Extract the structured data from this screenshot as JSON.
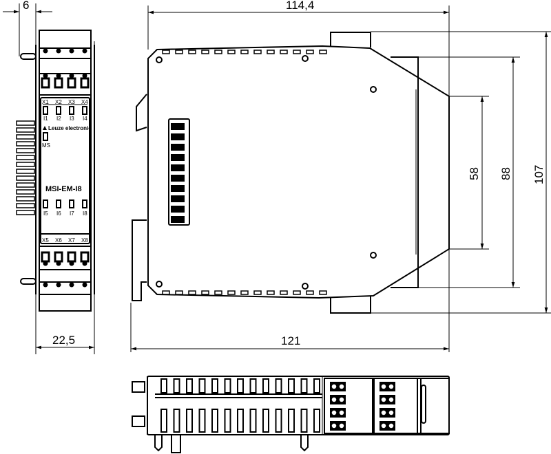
{
  "dimensions": {
    "d6": "6",
    "d22_5": "22,5",
    "d114_4": "114,4",
    "d121": "121",
    "d58": "58",
    "d88": "88",
    "d107": "107"
  },
  "front": {
    "brand": "Leuze electronic",
    "model": "MSI-EM-I8",
    "ms": "MS",
    "top_terminals": [
      "X1",
      "X2",
      "X3",
      "X4"
    ],
    "top_leds": [
      "I1",
      "I2",
      "I3",
      "I4"
    ],
    "bottom_leds": [
      "I5",
      "I6",
      "I7",
      "I8"
    ],
    "bottom_terminals": [
      "X5",
      "X6",
      "X7",
      "X8"
    ]
  }
}
